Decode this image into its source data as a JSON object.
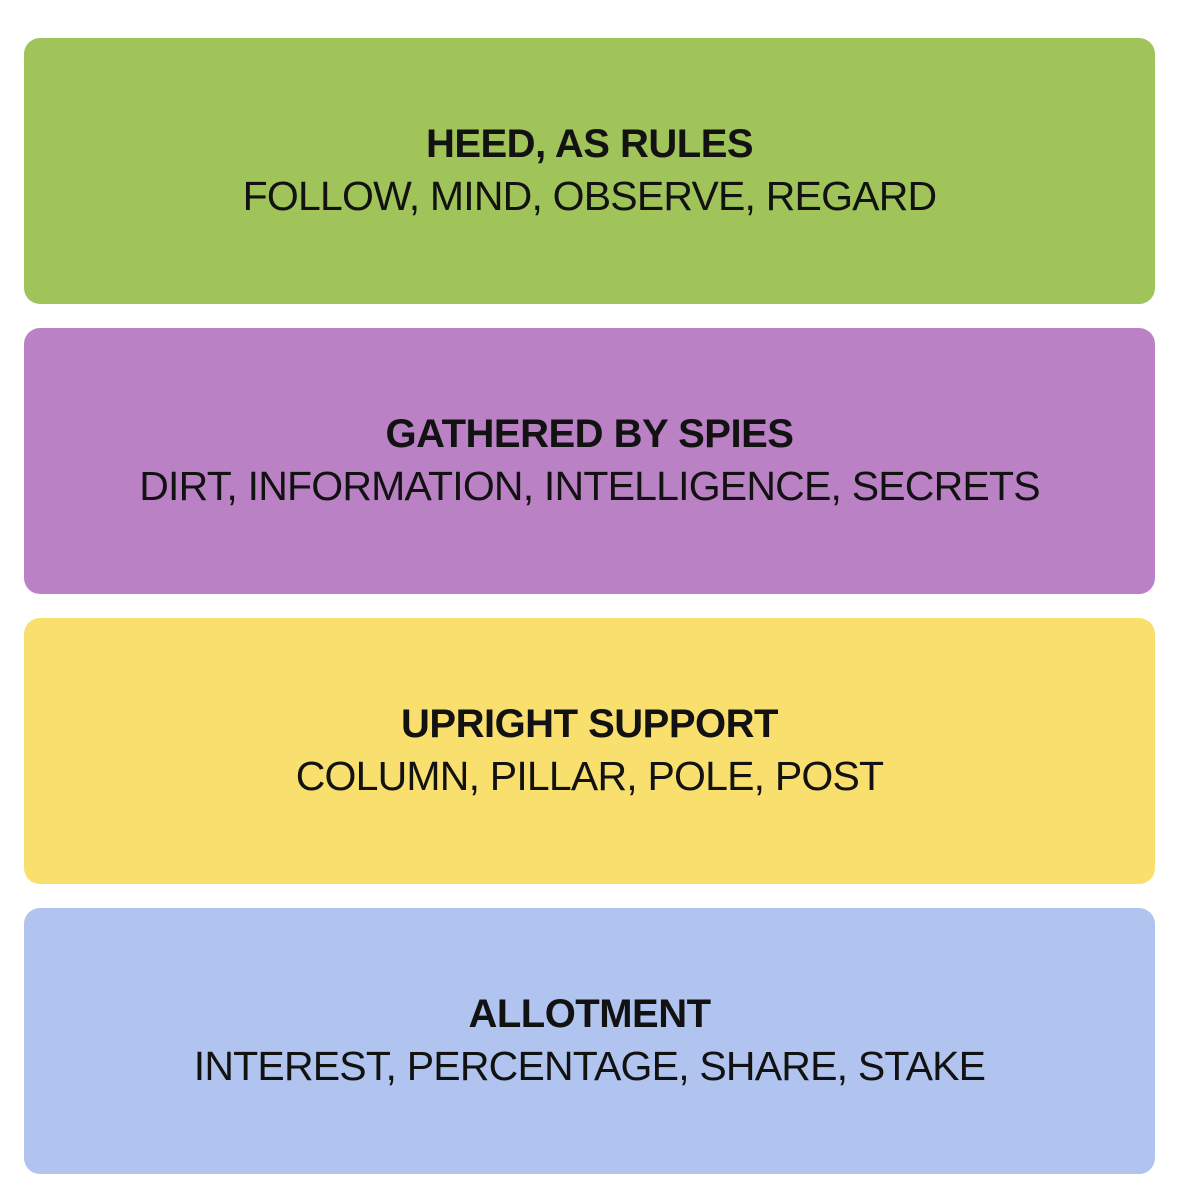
{
  "board": {
    "background": "#ffffff",
    "text_color": "#121212",
    "groups": [
      {
        "color_name": "green",
        "color": "#a0c35a",
        "name": "HEED, AS RULES",
        "words": "FOLLOW, MIND, OBSERVE, REGARD"
      },
      {
        "color_name": "purple",
        "color": "#ba81c5",
        "name": "GATHERED BY SPIES",
        "words": "DIRT, INFORMATION, INTELLIGENCE, SECRETS"
      },
      {
        "color_name": "yellow",
        "color": "#f9df6d",
        "name": "UPRIGHT SUPPORT",
        "words": "COLUMN, PILLAR, POLE, POST"
      },
      {
        "color_name": "blue",
        "color": "#b0c4ef",
        "name": "ALLOTMENT",
        "words": "INTEREST, PERCENTAGE, SHARE, STAKE"
      }
    ]
  }
}
